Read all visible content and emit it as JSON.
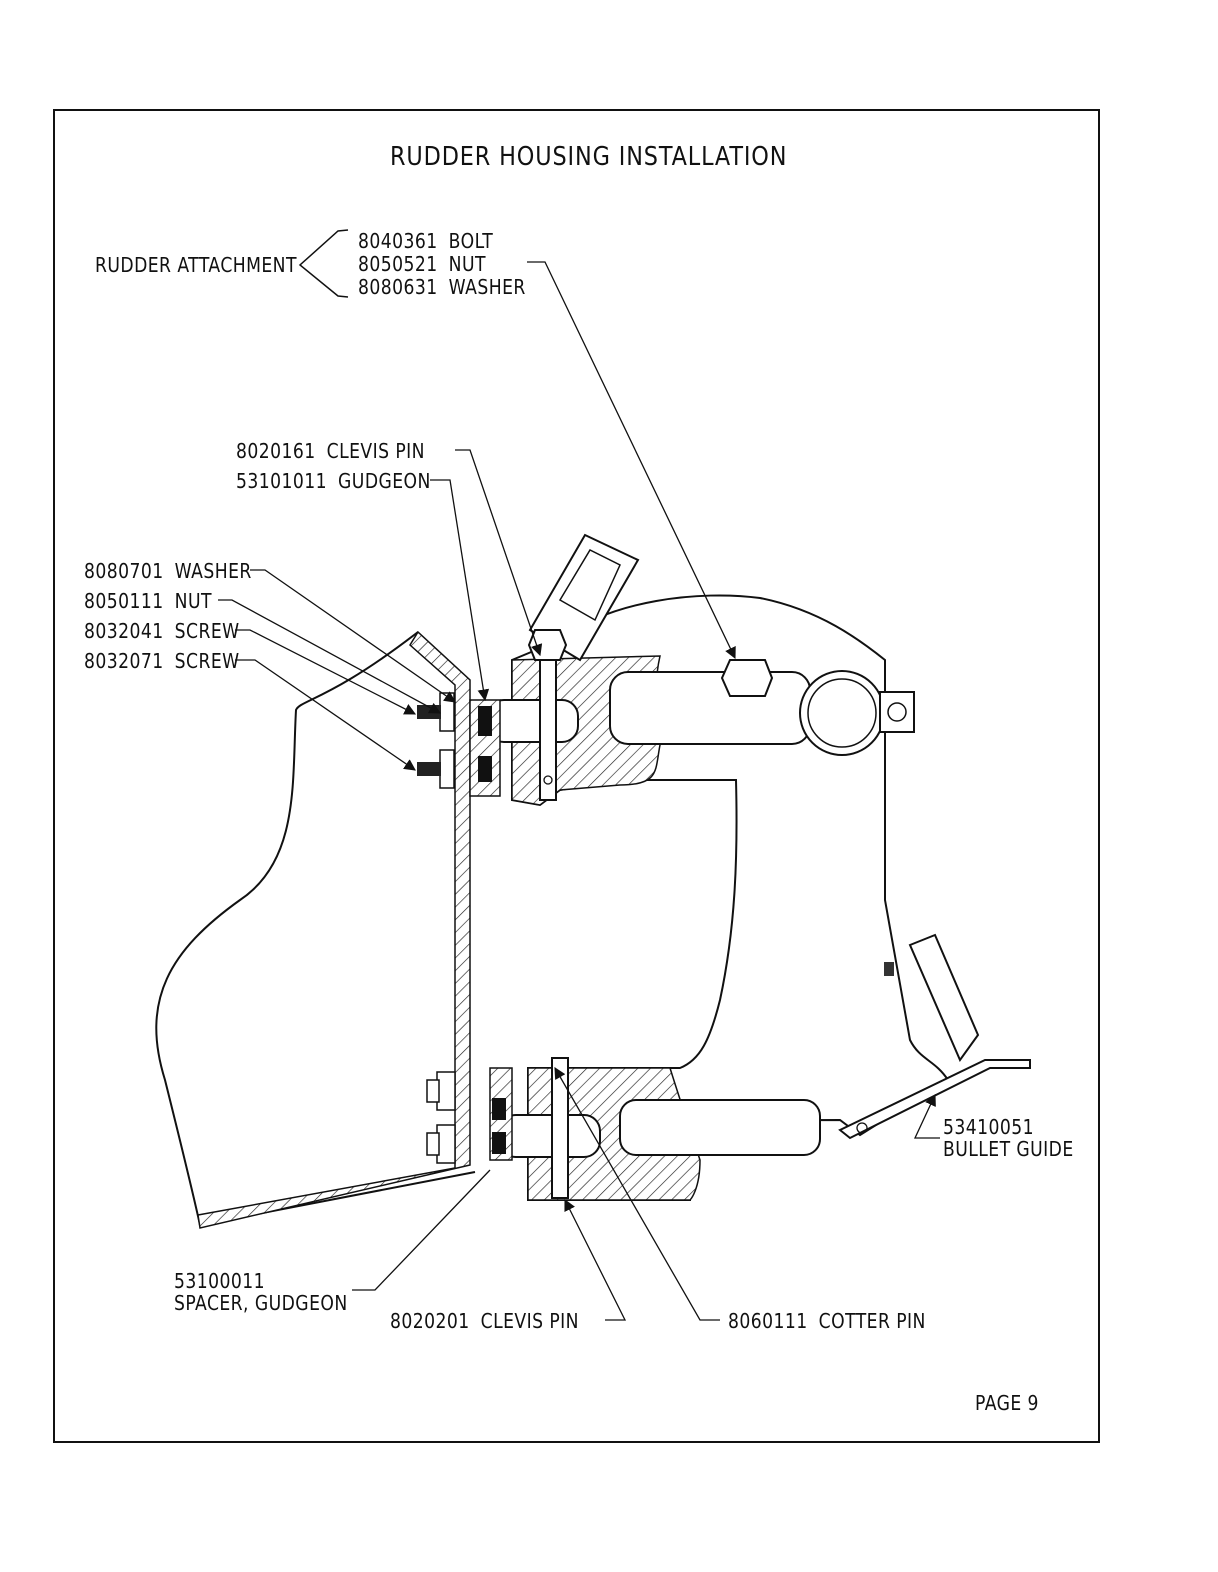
{
  "title": "RUDDER HOUSING INSTALLATION",
  "page": "PAGE 9",
  "rudder_attachment": {
    "group_label": "RUDDER ATTACHMENT",
    "parts": [
      {
        "number": "8040361",
        "name": "BOLT"
      },
      {
        "number": "8050521",
        "name": "NUT"
      },
      {
        "number": "8080631",
        "name": "WASHER"
      }
    ]
  },
  "upper_parts": [
    {
      "number": "8020161",
      "name": "CLEVIS PIN"
    },
    {
      "number": "53101011",
      "name": "GUDGEON"
    }
  ],
  "left_parts": [
    {
      "number": "8080701",
      "name": "WASHER"
    },
    {
      "number": "8050111",
      "name": "NUT"
    },
    {
      "number": "8032041",
      "name": "SCREW"
    },
    {
      "number": "8032071",
      "name": "SCREW"
    }
  ],
  "bullet_guide": {
    "number": "53410051",
    "name": "BULLET GUIDE"
  },
  "spacer": {
    "number": "53100011",
    "name": "SPACER, GUDGEON"
  },
  "clevis_pin_lower": {
    "number": "8020201",
    "name": "CLEVIS PIN"
  },
  "cotter_pin": {
    "number": "8060111",
    "name": "COTTER PIN"
  }
}
